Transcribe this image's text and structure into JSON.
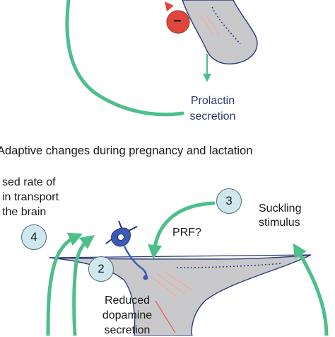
{
  "top_panel": {
    "output_label_line1": "Prolactin",
    "output_label_line2": "secretion",
    "inhibit_symbol": "−"
  },
  "section_title": "Adaptive changes during pregnancy and lactation",
  "bottom_panel": {
    "left_text_line1": "sed rate of",
    "left_text_line2": "in transport",
    "left_text_line3": "the brain",
    "prf_label": "PRF?",
    "suckling_line1": "Suckling",
    "suckling_line2": "stimulus",
    "dopamine_line1": "Reduced",
    "dopamine_line2": "dopamine",
    "dopamine_line3": "secretion",
    "markers": [
      "4",
      "2",
      "3"
    ]
  },
  "colors": {
    "arrow_green": "#4cbf8a",
    "tissue_gray": "#c9c9cc",
    "outline_navy": "#2b3a7a",
    "neuron_blue": "#3a5bb5",
    "inhibit_red": "#e0463c",
    "marker_fill": "#cfe8ef"
  }
}
